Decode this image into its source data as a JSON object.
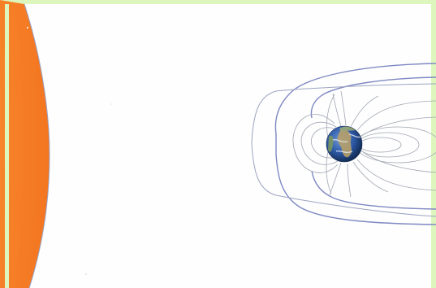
{
  "diagram": {
    "colors": {
      "frame": "#ddf6bd",
      "sun": "#f77f27",
      "sun_limb": "#9aa3c8",
      "field_line_outer": "#7f88c4",
      "field_line_inner": "#9ea3b8",
      "earth_ocean": "#2e5aa8",
      "earth_land": "#b7a069"
    },
    "objects": [
      {
        "name": "sun",
        "icon": "sun-disk-icon"
      },
      {
        "name": "earth",
        "icon": "earth-globe-icon"
      },
      {
        "name": "magnetosphere",
        "icon": "magnetic-field-lines"
      }
    ]
  }
}
